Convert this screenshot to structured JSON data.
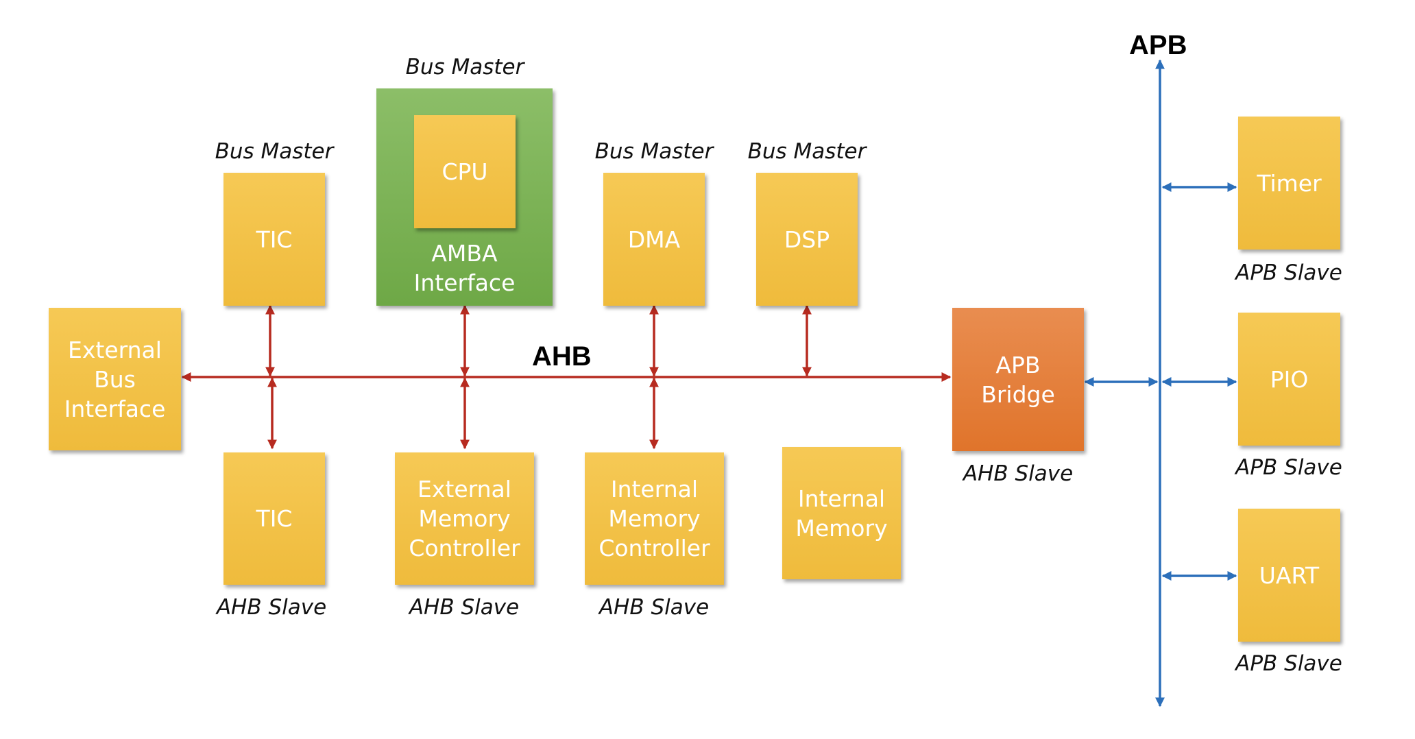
{
  "colors": {
    "ahb_line": "#b72b20",
    "apb_line": "#2c6fba",
    "block_fill": "#f3c24a",
    "master_frame_fill": "#7bb255",
    "bridge_fill": "#e47c36",
    "block_text": "#ffffff"
  },
  "buses": {
    "ahb_label": "AHB",
    "apb_label": "APB"
  },
  "blocks": {
    "tic_master": "TIC",
    "amba_interface": "AMBA\nInterface",
    "cpu": "CPU",
    "dma": "DMA",
    "dsp": "DSP",
    "external_bus_interface": "External\nBus\nInterface",
    "tic_slave": "TIC",
    "external_memory_controller": "External\nMemory\nController",
    "internal_memory_controller": "Internal\nMemory\nController",
    "internal_memory": "Internal\nMemory",
    "apb_bridge": "APB\nBridge",
    "timer": "Timer",
    "pio": "PIO",
    "uart": "UART"
  },
  "captions": {
    "tic_master": "Bus Master",
    "cpu_master": "Bus Master",
    "dma": "Bus Master",
    "dsp": "Bus Master",
    "tic_slave": "AHB Slave",
    "external_memory_controller": "AHB Slave",
    "internal_memory_controller": "AHB Slave",
    "apb_bridge": "AHB Slave",
    "timer": "APB Slave",
    "pio": "APB Slave",
    "uart": "APB Slave"
  }
}
